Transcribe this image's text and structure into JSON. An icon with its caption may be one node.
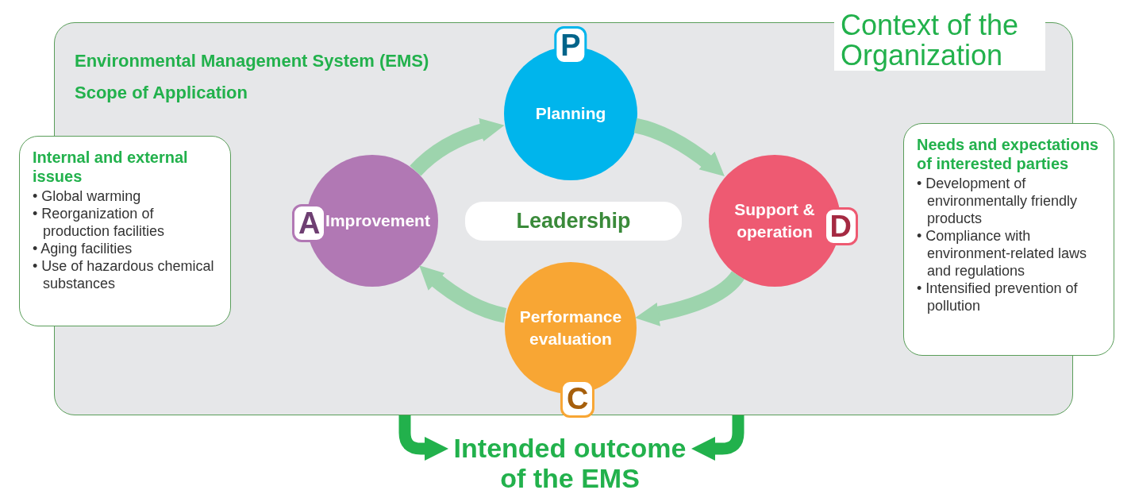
{
  "diagram": {
    "nodes": [
      {
        "text": [
          "Context of the Organization",
          "Environmental Management System (EMS) Scope of Application"
        ]
      },
      {
        "text": [
          "Internal and external issues",
          "• Global warming",
          "• Reorganization of production facilities",
          "• Aging facilities",
          "• Use of hazardous chemical substances"
        ]
      },
      {
        "text": [
          "P",
          "Planning"
        ],
        "in": 0
      },
      {
        "text": [
          "A",
          "Improvement"
        ],
        "in": 0
      },
      {
        "text": [
          "Leadership"
        ],
        "in": 0
      },
      {
        "text": [
          "Support & operation",
          "D"
        ],
        "in": 0
      },
      {
        "text": [
          "Performance evaluation",
          "C"
        ],
        "in": 0
      },
      {
        "text": [
          "Needs and expectations of interested parties",
          "• Development of environmentally friendly products",
          "• Compliance with environment-related laws and regulations",
          "• Intensified prevention of pollution"
        ]
      },
      {
        "text": [
          "Intended outcome of the EMS"
        ]
      }
    ],
    "edges": [
      {
        "from": 3,
        "to": 2,
        "arrow": "to"
      },
      {
        "from": 2,
        "to": 5,
        "arrow": "to"
      },
      {
        "from": 5,
        "to": 6,
        "arrow": "to"
      },
      {
        "from": 6,
        "to": 3,
        "arrow": "to"
      },
      {
        "from": 0,
        "to": 8,
        "arrow": "to",
        "color": "#22b14c"
      },
      {
        "from": 0,
        "to": 8,
        "arrow": "to",
        "color": "#22b14c"
      }
    ]
  }
}
